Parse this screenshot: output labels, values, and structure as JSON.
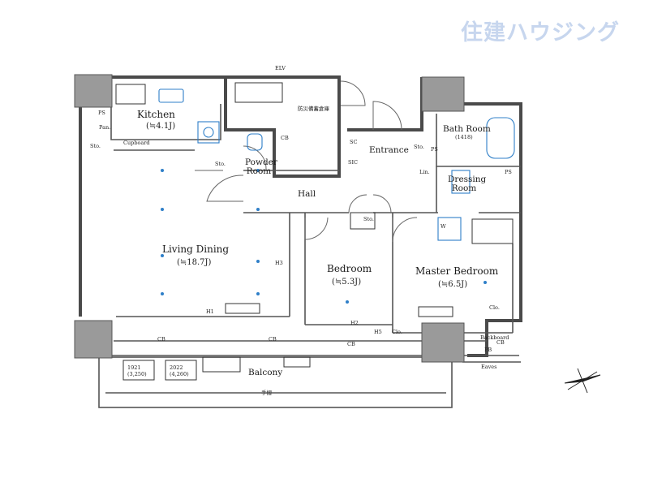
{
  "brand": {
    "logo": "住建ハウジング",
    "logo_color": "#c7d6ee"
  },
  "plan": {
    "wall_color": "#4a4a4a",
    "column_color": "#9a9a9a",
    "fixture_color": "#2f7fc8",
    "rooms": {
      "kitchen": {
        "name": "Kitchen",
        "area": "(≒4.1J)"
      },
      "living_dining": {
        "name": "Living Dining",
        "area": "(≒18.7J)"
      },
      "bedroom": {
        "name": "Bedroom",
        "area": "(≒5.3J)"
      },
      "master_bedroom": {
        "name": "Master Bedroom",
        "area": "(≒6.5J)"
      },
      "powder_room": {
        "name": "Powder Room"
      },
      "bath_room": {
        "name": "Bath Room",
        "size": "(1418)"
      },
      "dressing_room": {
        "name": "Dressing Room"
      },
      "entrance": {
        "name": "Entrance"
      },
      "hall": {
        "name": "Hall"
      },
      "balcony": {
        "name": "Balcony"
      }
    },
    "storage": {
      "pantry": "Pan.",
      "cupboard": "Cupboard",
      "sto_kitchen": "Sto.",
      "sto_living": "Sto.",
      "sto_hall": "Sto.",
      "sto_entrance": "Sto.",
      "sc": "SC",
      "sic": "SIC",
      "lin": "Lin.",
      "w": "W",
      "clo_bed": "Clo.",
      "clo_master": "Clo.",
      "backboard": "Backboard"
    },
    "small_marks": {
      "ps_kitchen": "PS",
      "ps_entrance": "PS",
      "ps_bath": "PS",
      "cb1": "CB",
      "cb2": "CB",
      "cb3": "CB",
      "cb4": "CB",
      "cb5": "CB",
      "h1": "H1",
      "h2": "H2",
      "h3": "H3",
      "h5": "H5",
      "elv": "ELV",
      "pb": "PB",
      "eaves": "Eaves",
      "fence": "手摺",
      "storage_jp": "防災備蓄倉庫",
      "outdoor1": "1921\n(3,250)",
      "outdoor2": "2022\n(4,260)"
    }
  }
}
